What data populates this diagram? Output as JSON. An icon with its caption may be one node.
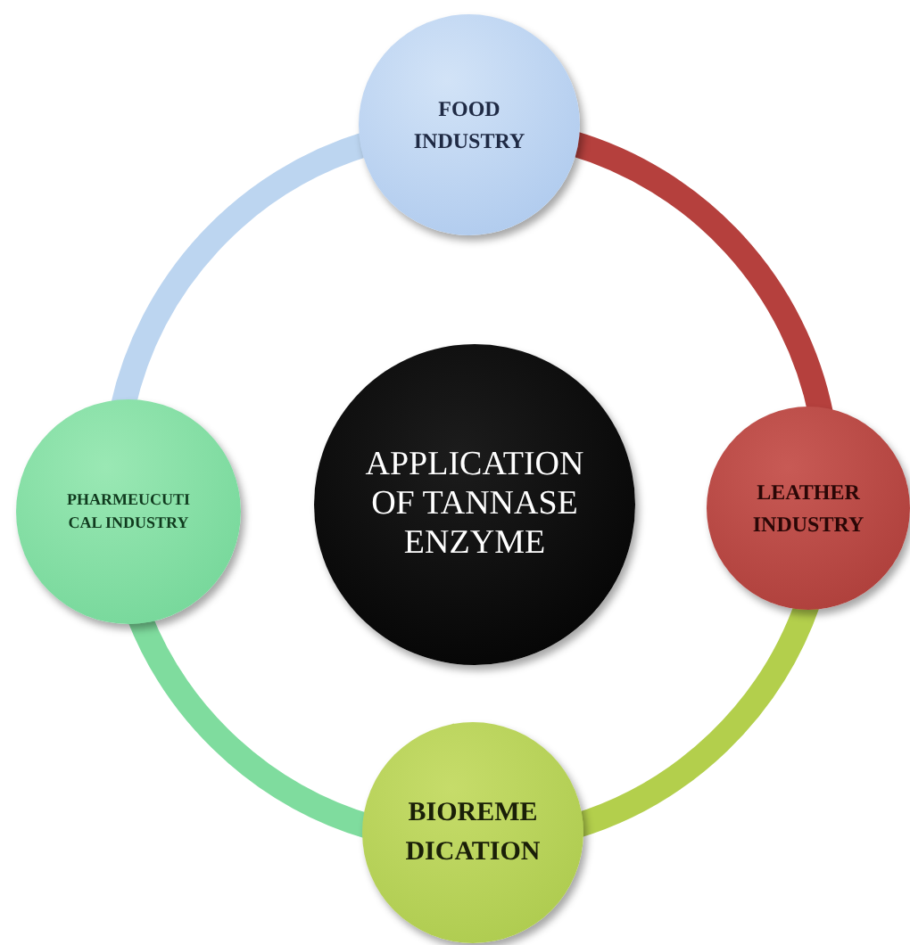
{
  "diagram": {
    "nodes": [
      {
        "text": [
          "FOOD INDUSTRY"
        ]
      },
      {
        "text": [
          "PHARMEUCUTI CAL INDUSTRY"
        ]
      },
      {
        "text": [
          "APPLICATION OF TANNASE ENZYME"
        ]
      },
      {
        "text": [
          "LEATHER INDUSTRY"
        ]
      },
      {
        "text": [
          "BIOREME DICATION"
        ]
      }
    ],
    "edges": [
      {
        "from": 0,
        "to": 3,
        "arrow": "none",
        "color": "#b5403d"
      },
      {
        "from": 3,
        "to": 4,
        "arrow": "none",
        "color": "#b3cf4c"
      },
      {
        "from": 4,
        "to": 1,
        "arrow": "none",
        "color": "#7fdc9e"
      },
      {
        "from": 1,
        "to": 0,
        "arrow": "none",
        "color": "#bcd5f0"
      }
    ]
  }
}
